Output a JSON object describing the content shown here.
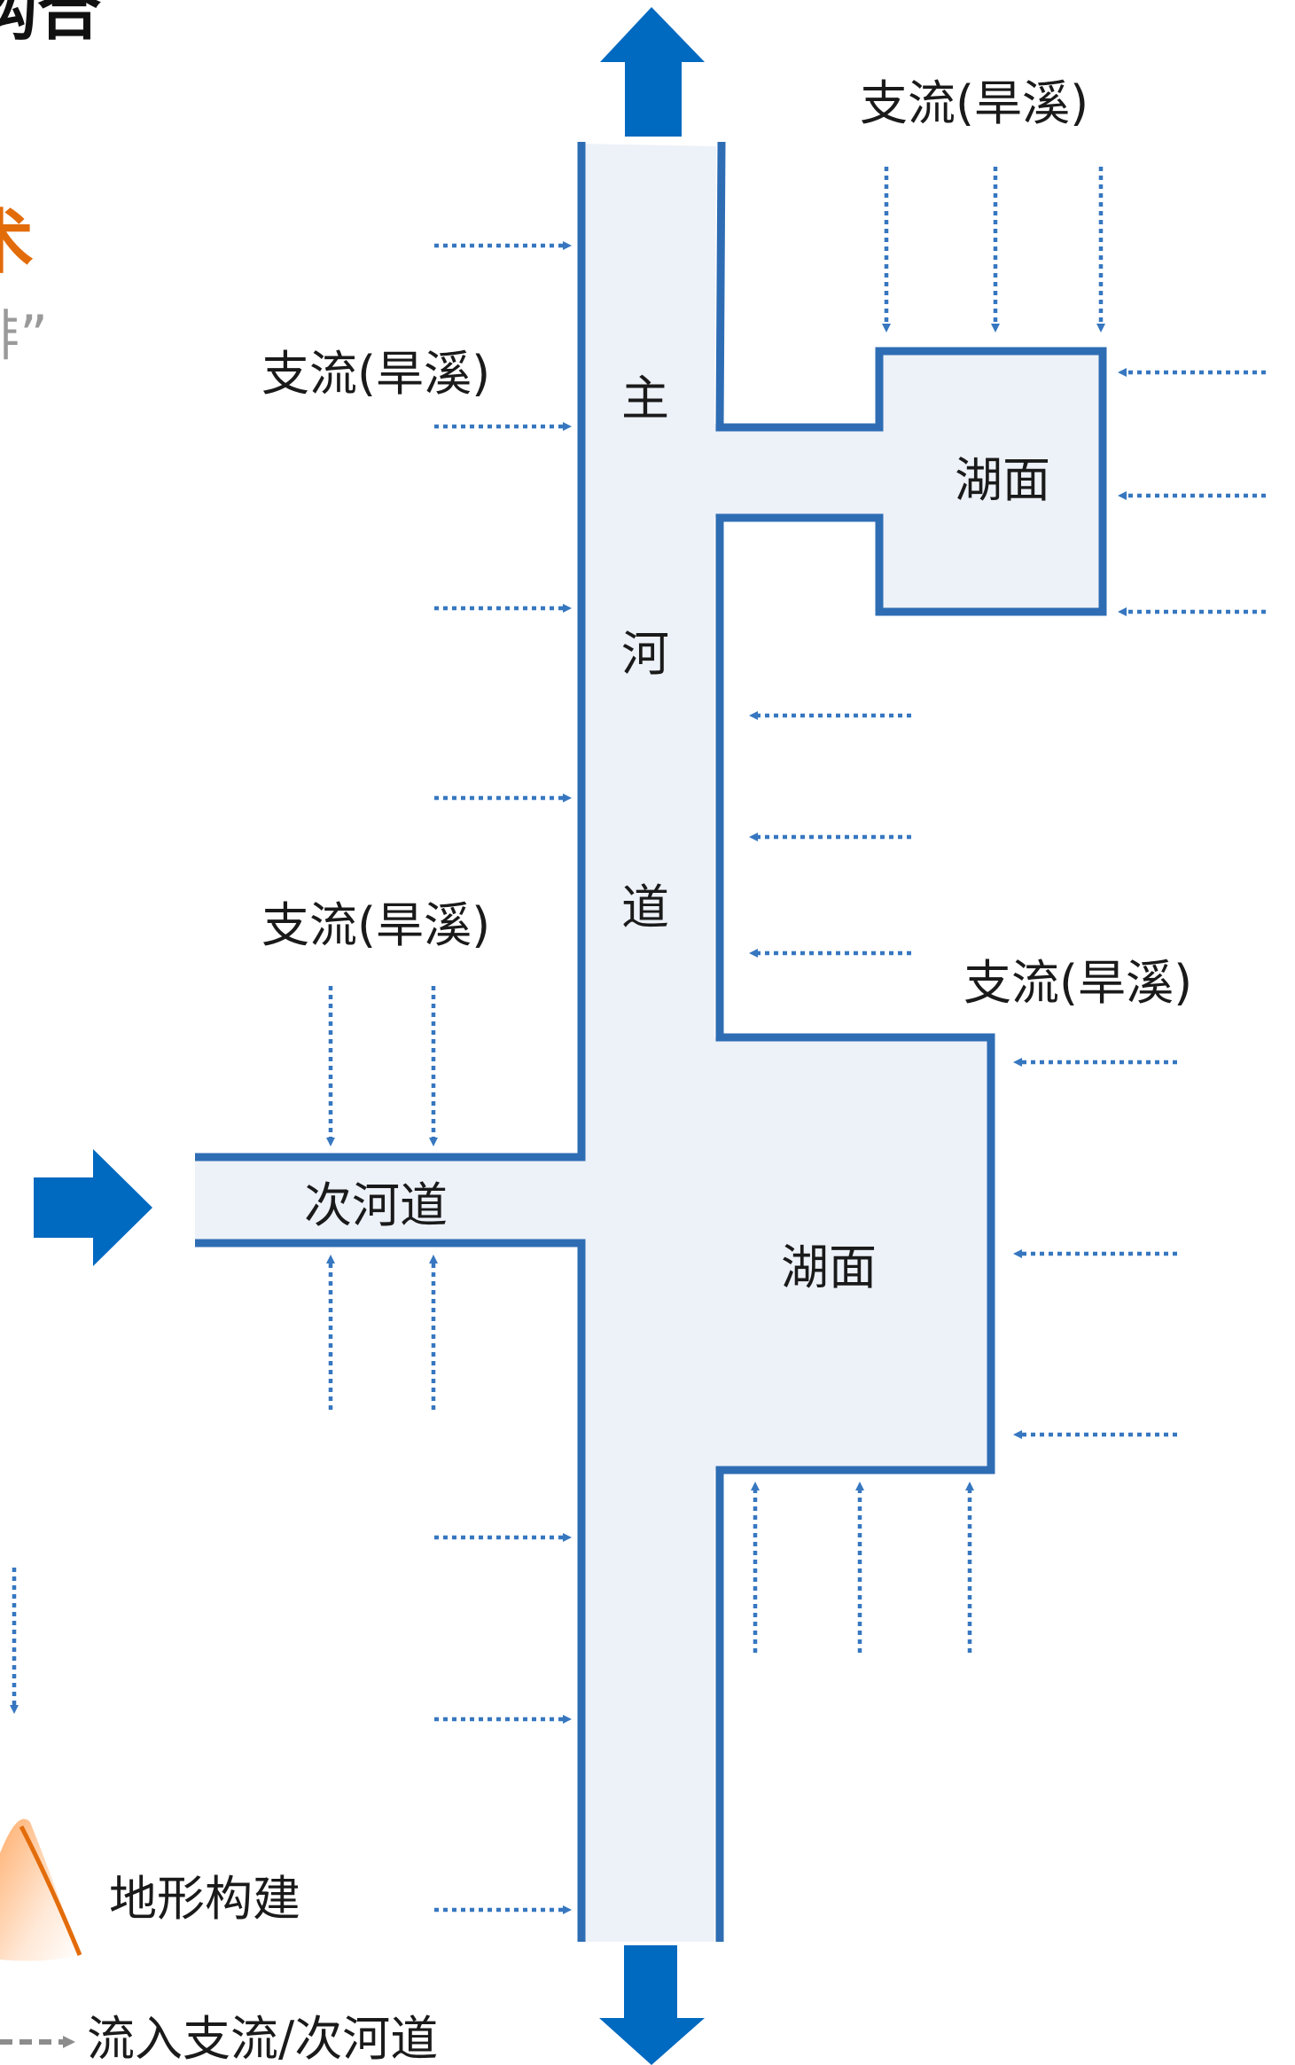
{
  "colors": {
    "water_fill": "#edf1f8",
    "outline_blue": "#2e6db4",
    "flow_arrow_blue": "#0069c0",
    "dotted_arrow_blue": "#3677c0",
    "orange": "#e36c0a",
    "gray": "#9a9a9a"
  },
  "header": {
    "fragment_1": "构合",
    "fragment_2": "术",
    "fragment_3": "排”"
  },
  "diagram": {
    "tributary_top_right": "支流(旱溪)",
    "tributary_upper_left": "支流(旱溪)",
    "tributary_lower_left": "支流(旱溪)",
    "tributary_right": "支流(旱溪)",
    "main_channel_char_1": "主",
    "main_channel_char_2": "河",
    "main_channel_char_3": "道",
    "lake_upper": "湖面",
    "lake_lower": "湖面",
    "secondary_channel": "次河道"
  },
  "legend": {
    "terrain_label": "地形构建",
    "inflow_label": "流入支流/次河道"
  },
  "icons": {
    "flow_arrows": "thick-blue-block-arrow",
    "inflow_markers": "dotted-arrow",
    "legend_swatch": "orange-gradient-hill"
  }
}
